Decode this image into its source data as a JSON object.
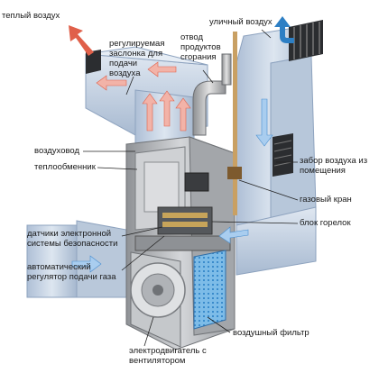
{
  "labels": {
    "warm_air": "теплый воздух",
    "damper_1": "регулируемая",
    "damper_2": "заслонка для",
    "damper_3": "подачи",
    "damper_4": "воздуха",
    "street_air": "уличный воздух",
    "exhaust_1": "отвод",
    "exhaust_2": "продуктов",
    "exhaust_3": "сгорания",
    "duct": "воздуховод",
    "heat_exchanger": "теплообменник",
    "intake_1": "забор воздуха из",
    "intake_2": "помещения",
    "gas_valve": "газовый кран",
    "burner_block": "блок горелок",
    "sensors_1": "датчики электронной",
    "sensors_2": "системы безопасности",
    "regulator_1": "автоматический",
    "regulator_2": "регулятор подачи газа",
    "air_filter": "воздушный фильтр",
    "motor_1": "электродвигатель с",
    "motor_2": "вентилятором"
  },
  "colors": {
    "duct": "#c8d6e6",
    "duct_dark": "#9fb3cc",
    "warm_arrow": "#e0604a",
    "cool_arrow": "#4a8fd0",
    "furnace": "#b7b9bc",
    "filter": "#5aa9e0"
  }
}
